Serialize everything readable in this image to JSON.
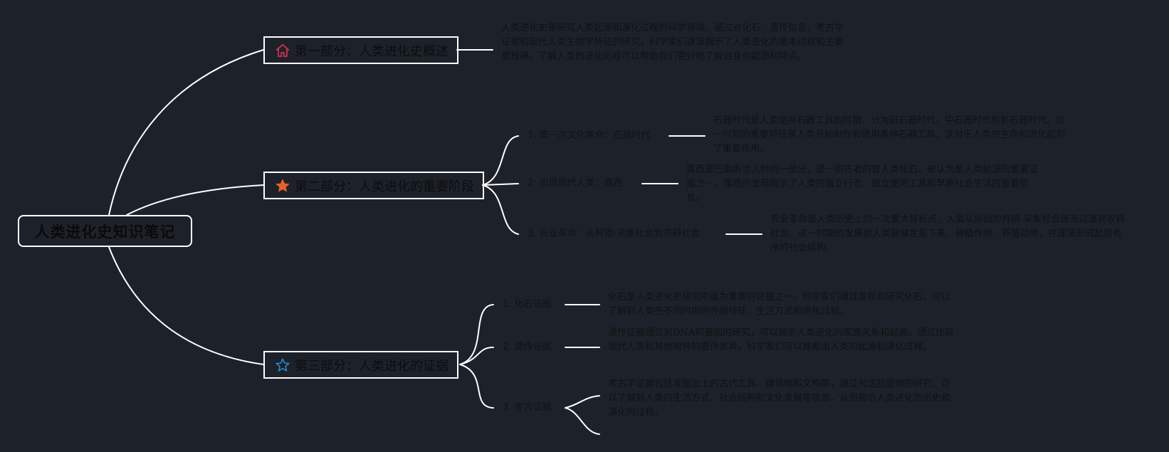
{
  "root": {
    "title": "人类进化史知识笔记"
  },
  "sections": [
    {
      "title": "第一部分：人类进化史概述",
      "icon": "home-icon",
      "icon_color": "#d0314c",
      "desc": "人类进化史是研究人类起源和演化过程的科学领域。通过对化石、遗传信息、考古学证据和现代人类生物学特征的研究，科学家们逐渐揭示了人类进化的基本过程和主要里程碑。了解人类的进化历程可以帮助我们更好地了解自身的起源和特点。"
    },
    {
      "title": "第二部分：人类进化的重要阶段",
      "icon": "star-filled-icon",
      "icon_color": "#e8612c",
      "items": [
        {
          "label": "1. 第一次文化革命：石器时代",
          "desc": "石器时代是人类使用石器工具的时期，分为旧石器时代、中石器时代和新石器时代。这一时期的重要特征是人类开始制作和使用各种石器工具，这对于人类的生存和进化起到了重要作用。"
        },
        {
          "label": "2. 出现现代人类：露西",
          "desc": "露西是巴勒斯坦人种的一部分，是一例古老的智人类化石，被认为是人类起源的重要证据之一。露西的发现揭示了人类的直立行走、独立使用工具和早期社会生活的重要信息。"
        },
        {
          "label": "3. 农业革命：从狩猎-采集社会到农耕社会",
          "desc": "农业革命是人类历史上的一次重大转折点，人类从原始的狩猎-采集社会逐渐过渡到农耕社会。这一时期的发展使人类能够定居下来、种植作物、养殖动物，并逐渐形成起居有序的社会结构。"
        }
      ]
    },
    {
      "title": "第三部分：人类进化的证据",
      "icon": "star-outline-icon",
      "icon_color": "#2a8fd6",
      "items": [
        {
          "label": "1. 化石证据",
          "desc": "化石是人类进化史研究中最为重要的证据之一。科学家们通过发现和研究化石，可以了解到人类在不同时期的外貌特征、生活方式和进化过程。"
        },
        {
          "label": "2. 遗传证据",
          "desc": "遗传证据通过对DNA和基因的研究，可以揭示人类进化的家族关系和起源。通过比较现代人类和其他物种的遗传差异，科学家们可以推断出人类的起源和演化过程。"
        },
        {
          "label": "3. 考古证据",
          "desc": "考古学证据包括发掘出土的古代工具、建筑物和文物等，通过对这些遗物的研究，可以了解到人类的生活方式、社会结构和文化发展等信息，从而揭示人类进化的历史和演化的过程。"
        }
      ]
    }
  ]
}
